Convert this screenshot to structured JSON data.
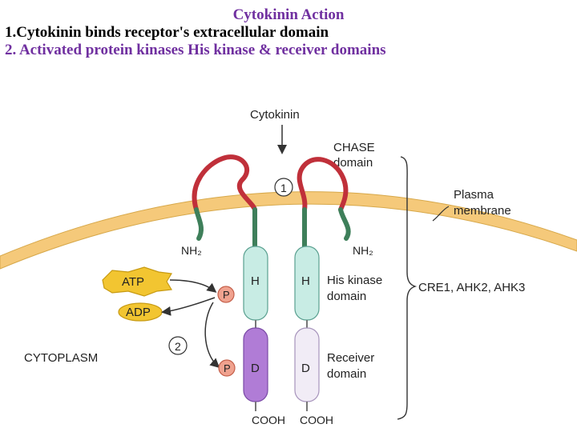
{
  "slide": {
    "title": "Cytokinin Action",
    "point1": "1.Cytokinin binds receptor's extracellular domain",
    "point2": "2. Activated protein kinases His kinase & receiver domains"
  },
  "diagram": {
    "cytokinin": "Cytokinin",
    "chase": "CHASE",
    "chase2": "domain",
    "step1": "1",
    "step2": "2",
    "plasma": "Plasma",
    "membrane": "membrane",
    "nh2_left": "NH₂",
    "nh2_right": "NH₂",
    "atp": "ATP",
    "adp": "ADP",
    "p_top": "P",
    "p_bottom": "P",
    "h_left": "H",
    "h_right": "H",
    "d_left": "D",
    "d_right": "D",
    "his_kinase": "His kinase",
    "his_kinase2": "domain",
    "receiver": "Receiver",
    "receiver2": "domain",
    "receptors": "CRE1, AHK2, AHK3",
    "cytoplasm": "CYTOPLASM",
    "cooh_left": "COOH",
    "cooh_right": "COOH"
  },
  "colors": {
    "title": "#7030a0",
    "membrane": "#f5c97a",
    "chase_loop": "#c0303a",
    "transmembrane": "#3e7f5a",
    "his_domain": "#c8ece4",
    "receiver_active": "#b07cd6",
    "receiver_inactive": "#f1ecf6",
    "atp": "#f2c531",
    "phosphate": "#f0a28f"
  }
}
